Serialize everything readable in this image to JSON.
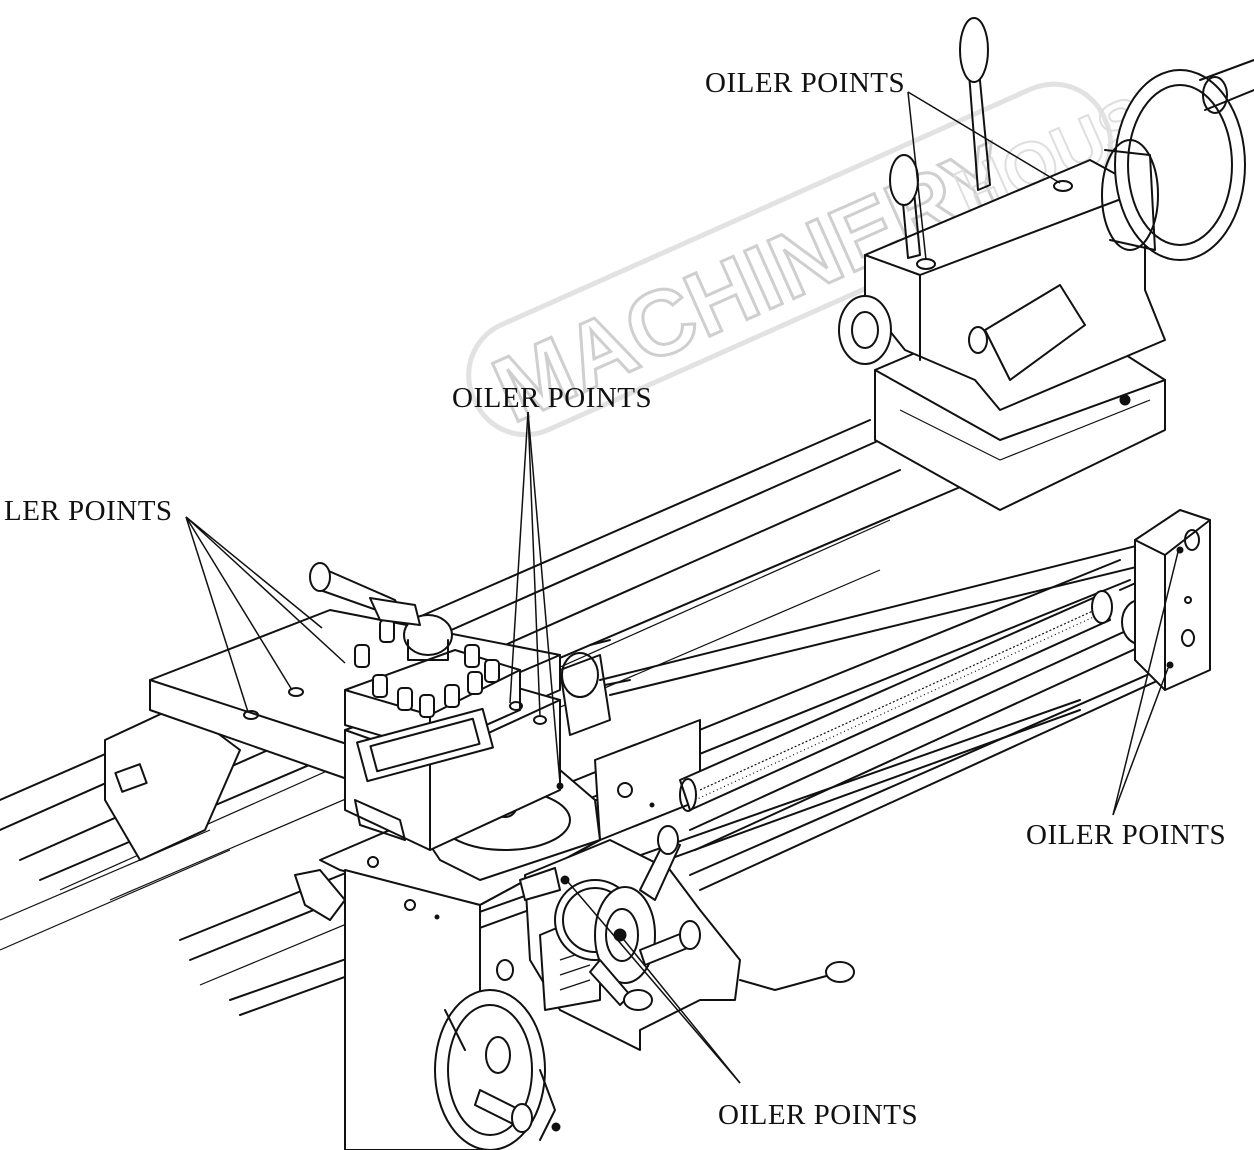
{
  "labels": {
    "tailstock_top": "OILER POINTS",
    "compound_center": "OILER POINTS",
    "left_cross_slide": "LER POINTS",
    "right_side": "OILER POINTS",
    "bottom_apron": "OILER POINTS"
  },
  "watermark": {
    "brand_left": "MACHINERY",
    "brand_right": "HOUSE"
  },
  "colors": {
    "ink": "#111111",
    "watermark": "#cfcfcf",
    "background": "#ffffff"
  }
}
